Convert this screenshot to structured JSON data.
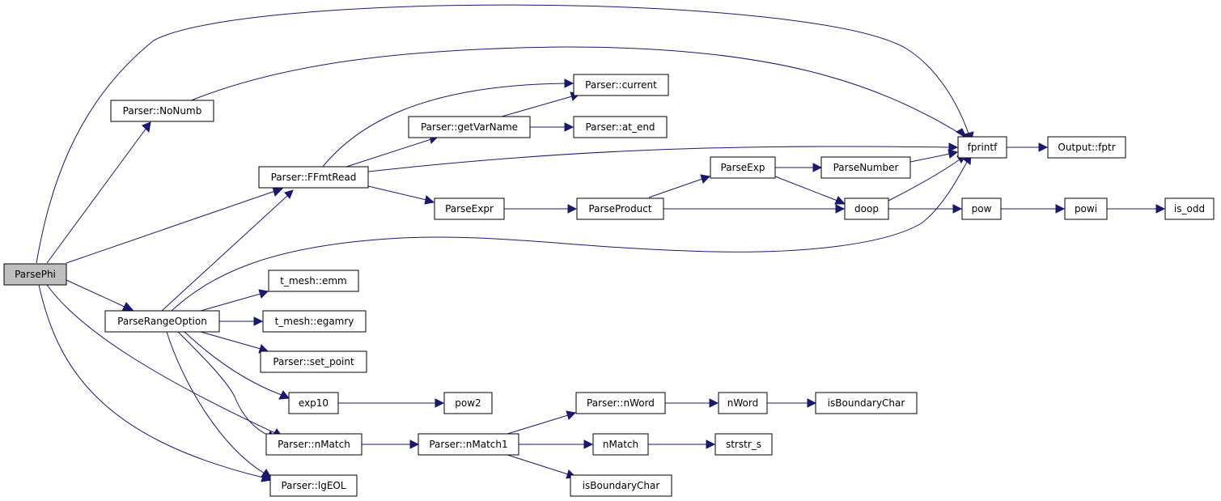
{
  "graph": {
    "nodes": {
      "parsephi": "ParsePhi",
      "noNumb": "Parser::NoNumb",
      "ffmtread": "Parser::FFmtRead",
      "parserange": "ParseRangeOption",
      "getvarname": "Parser::getVarName",
      "current": "Parser::current",
      "atend": "Parser::at_end",
      "parseexpr": "ParseExpr",
      "parseproduct": "ParseProduct",
      "parseexp": "ParseExp",
      "parsenumber": "ParseNumber",
      "doop": "doop",
      "fprintf": "fprintf",
      "outfptr": "Output::fptr",
      "pow": "pow",
      "powi": "powi",
      "isodd": "is_odd",
      "emm": "t_mesh::emm",
      "egamry": "t_mesh::egamry",
      "setpoint": "Parser::set_point",
      "exp10": "exp10",
      "pow2": "pow2",
      "nmatch": "Parser::nMatch",
      "nmatch1": "Parser::nMatch1",
      "nword_m": "Parser::nWord",
      "nword": "nWord",
      "isbc1": "isBoundaryChar",
      "nmatchf": "nMatch",
      "strstr": "strstr_s",
      "isbc2": "isBoundaryChar",
      "lgeol": "Parser::lgEOL"
    }
  }
}
